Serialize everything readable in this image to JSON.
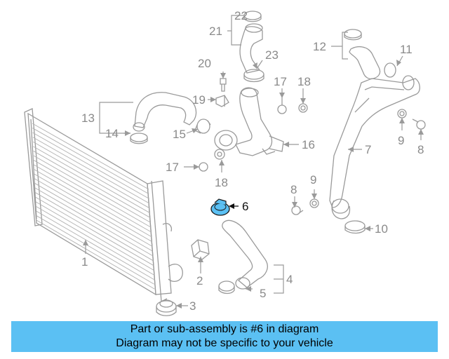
{
  "callouts": {
    "n1": "1",
    "n2": "2",
    "n3": "3",
    "n4": "4",
    "n5": "5",
    "n6": "6",
    "n7": "7",
    "n8a": "8",
    "n8b": "8",
    "n9a": "9",
    "n9b": "9",
    "n10": "10",
    "n11": "11",
    "n12": "12",
    "n13": "13",
    "n14": "14",
    "n15": "15",
    "n16": "16",
    "n17a": "17",
    "n17b": "17",
    "n18a": "18",
    "n18b": "18",
    "n19": "19",
    "n20": "20",
    "n21": "21",
    "n22": "22",
    "n23": "23"
  },
  "highlight": {
    "part_number": "6",
    "color": "#5bc0f3"
  },
  "banner": {
    "line1": "Part or sub-assembly is #6 in diagram",
    "line2": "Diagram may not be specific to your vehicle",
    "background": "#5bc0f3"
  }
}
